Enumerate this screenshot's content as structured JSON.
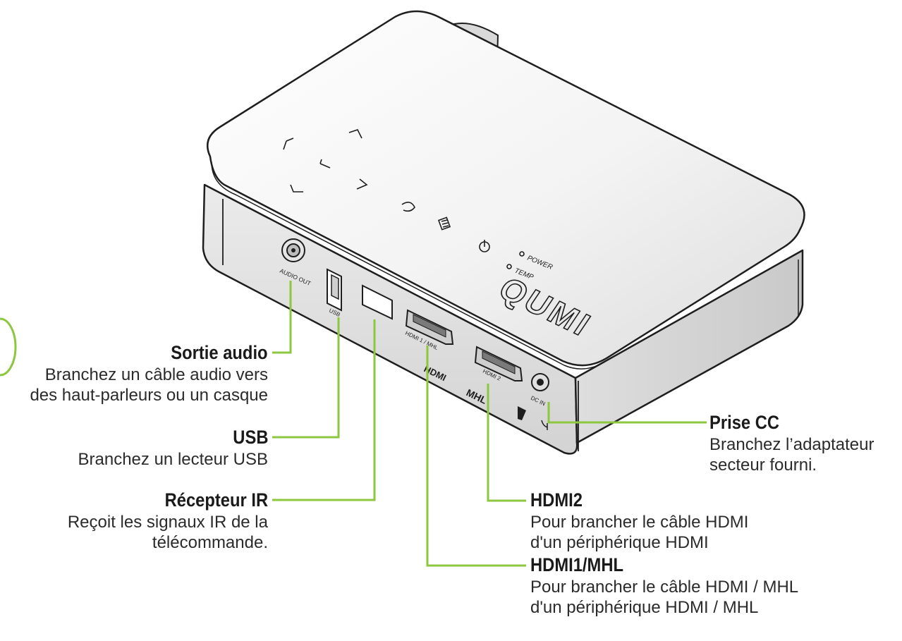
{
  "device": {
    "logo": "QUMI",
    "port_labels": {
      "audio": "AUDIO OUT",
      "usb": "USB",
      "hdmi1": "HDMI 1 / MHL",
      "hdmi2": "HDMI 2",
      "dc": "DC IN",
      "mhl_logo": "MHL",
      "hdmi_logo": "HDMI"
    },
    "indicators": {
      "power": "POWER",
      "temp": "TEMP"
    }
  },
  "callouts": {
    "audio": {
      "title": "Sortie audio",
      "desc1": "Branchez un câble audio vers",
      "desc2": "des haut-parleurs ou un casque"
    },
    "usb": {
      "title": "USB",
      "desc1": "Branchez un lecteur USB"
    },
    "ir": {
      "title": "Récepteur IR",
      "desc1": "Reçoit les signaux IR de la",
      "desc2": "télécommande."
    },
    "dc": {
      "title": "Prise CC",
      "desc1": "Branchez l’adaptateur",
      "desc2": "secteur fourni."
    },
    "hdmi2": {
      "title": "HDMI2",
      "desc1": "Pour brancher le câble HDMI",
      "desc2": "d'un périphérique HDMI"
    },
    "hdmi1": {
      "title": "HDMI1/MHL",
      "desc1": "Pour brancher le câble HDMI / MHL",
      "desc2": "d'un périphérique HDMI / MHL"
    }
  },
  "colors": {
    "leader": "#8dc63f",
    "outline": "#1e1e1e",
    "body_light": "#f2f2f2",
    "body_shade": "#d6d6d6"
  }
}
